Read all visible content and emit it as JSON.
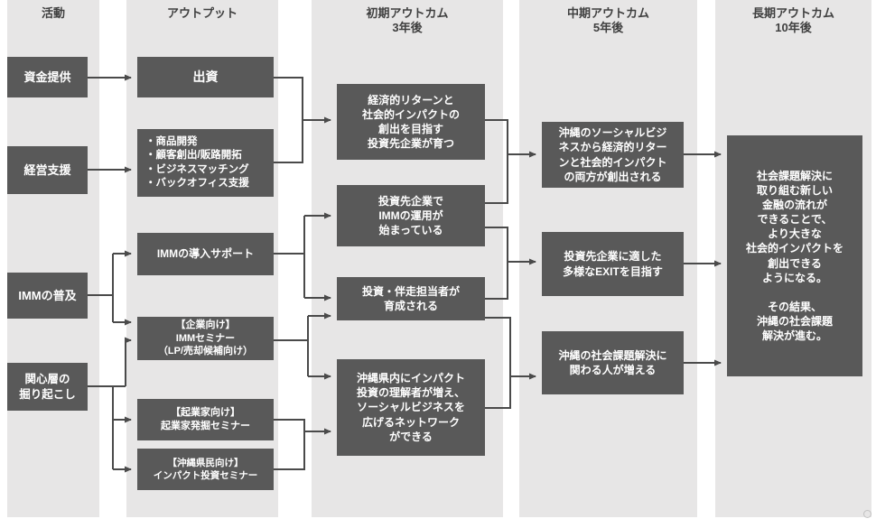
{
  "columns": {
    "activities": {
      "header": "活動"
    },
    "outputs": {
      "header": "アウトプット"
    },
    "initial": {
      "header": "初期アウトカム\n3年後"
    },
    "mid": {
      "header": "中期アウトカム\n5年後"
    },
    "long": {
      "header": "長期アウトカム\n10年後"
    }
  },
  "boxes": {
    "activities": {
      "funding": "資金提供",
      "management_support": "経営支援",
      "imm_spread": "IMMの普及",
      "interest_groups": "関心層の\n掘り起こし"
    },
    "outputs": {
      "investment": "出資",
      "support_menu": "・商品開発\n・顧客創出/販路開拓\n・ビジネスマッチング\n・バックオフィス支援",
      "imm_adoption_support": "IMMの導入サポート",
      "imm_seminar_corporate": "【企業向け】\nIMMセミナー\n（LP/売却候補向け）",
      "entrepreneur_seminar": "【起業家向け】\n起業家発掘セミナー",
      "resident_seminar": "【沖縄県民向け】\nインパクト投資セミナー"
    },
    "initial_outcomes": {
      "investee_companies_grow": "経済的リターンと\n社会的インパクトの\n創出を目指す\n投資先企業が育つ",
      "imm_operation_started": "投資先企業で\nIMMの運用が\n始まっている",
      "staff_trained": "投資・伴走担当者が\n育成される",
      "impact_network": "沖縄県内にインパクト\n投資の理解者が増え、\nソーシャルビジネスを\n広げるネットワーク\nができる"
    },
    "mid_outcomes": {
      "returns_and_impact": "沖縄のソーシャルビジ\nネスから経済的リター\nンと社会的インパクト\nの両方が創出される",
      "diverse_exit": "投資先企業に適した\n多様なEXITを目指す",
      "more_people_involved": "沖縄の社会課題解決に\n関わる人が増える"
    },
    "long_outcomes": {
      "new_financial_flow": "社会課題解決に\n取り組む新しい\n金融の流れが\nできることで、\nより大きな\n社会的インパクトを\n創出できる\nようになる。\n\nその結果、\n沖縄の社会課題\n解決が進む。"
    }
  },
  "colors": {
    "box_fill": "#595959",
    "band_fill": "#e7e6e6",
    "arrow": "#4a4a4a",
    "box_text": "#ffffff",
    "header_text": "#3f3f3f"
  }
}
